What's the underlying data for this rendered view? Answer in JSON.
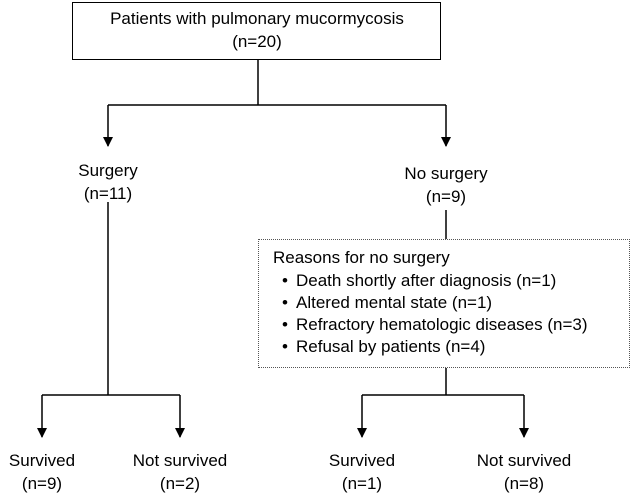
{
  "diagram": {
    "root": {
      "title": "Patients with pulmonary mucormycosis",
      "count": "(n=20)"
    },
    "surgery": {
      "label": "Surgery",
      "count": "(n=11)",
      "outcomes": [
        {
          "label": "Survived",
          "count": "(n=9)"
        },
        {
          "label": "Not survived",
          "count": "(n=2)"
        }
      ]
    },
    "no_surgery": {
      "label": "No surgery",
      "count": "(n=9)",
      "reasons": {
        "title": "Reasons for no surgery",
        "items": [
          "Death shortly after diagnosis (n=1)",
          "Altered mental state (n=1)",
          "Refractory hematologic diseases (n=3)",
          "Refusal by patients (n=4)"
        ]
      },
      "outcomes": [
        {
          "label": "Survived",
          "count": "(n=1)"
        },
        {
          "label": "Not survived",
          "count": "(n=8)"
        }
      ]
    },
    "colors": {
      "line": "#000000",
      "dotted_border": "#555555",
      "background": "#ffffff"
    }
  }
}
